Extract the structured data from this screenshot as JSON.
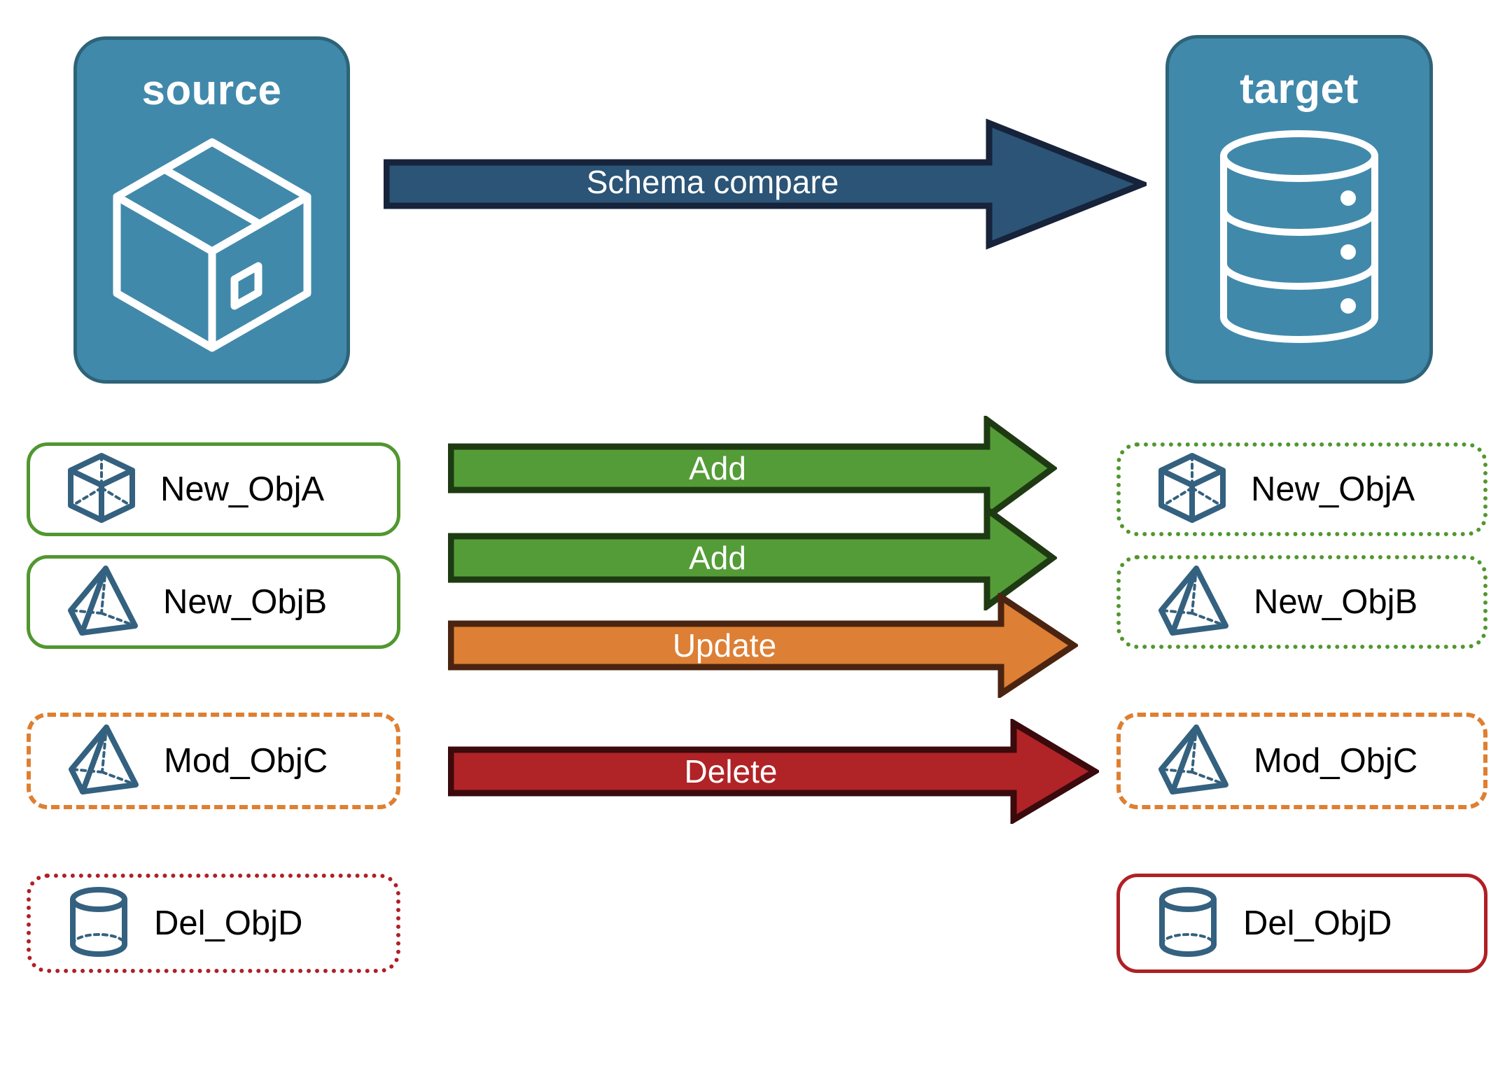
{
  "diagram": {
    "title": "Schema compare between source and target",
    "endpoints": [
      {
        "id": "source",
        "label": "source",
        "icon": "package-box-icon",
        "fill": "#4189AB",
        "border": "#2E6378"
      },
      {
        "id": "target",
        "label": "target",
        "icon": "database-cylinder-icon",
        "fill": "#4189AB",
        "border": "#2E6378"
      }
    ],
    "main_arrow": {
      "label": "Schema compare",
      "fill": "#2B5476",
      "stroke": "#16233A",
      "direction": "right"
    },
    "rows": [
      {
        "source_label": "New_ObjA",
        "target_label": "New_ObjA",
        "action": "Add",
        "icon": "wireframe-cube-icon",
        "source_border_style": "solid",
        "target_border_style": "dotted",
        "color": "#51972F",
        "arrow_fill": "#549C37",
        "arrow_stroke": "#1E3A12"
      },
      {
        "source_label": "New_ObjB",
        "target_label": "New_ObjB",
        "action": "Add",
        "icon": "wireframe-pyramid-icon",
        "source_border_style": "solid",
        "target_border_style": "dotted",
        "color": "#51972F",
        "arrow_fill": "#549C37",
        "arrow_stroke": "#1E3A12"
      },
      {
        "source_label": "Mod_ObjC",
        "target_label": "Mod_ObjC",
        "action": "Update",
        "icon": "wireframe-pyramid-icon",
        "source_border_style": "dashed",
        "target_border_style": "dashed",
        "color": "#DE7F31",
        "arrow_fill": "#DD7F34",
        "arrow_stroke": "#4A2410"
      },
      {
        "source_label": "Del_ObjD",
        "target_label": "Del_ObjD",
        "action": "Delete",
        "icon": "wireframe-cylinder-icon",
        "source_border_style": "dotted",
        "target_border_style": "solid",
        "color": "#AF2025",
        "arrow_fill": "#B02327",
        "arrow_stroke": "#3B0A0C"
      }
    ],
    "palette": {
      "object_icon_stroke": "#34617F",
      "endpoint_fill": "#4189AB",
      "endpoint_border": "#2E6378",
      "green": "#51972F",
      "orange": "#DE7F31",
      "red": "#AF2025",
      "navy": "#2B5476",
      "text": "#000000",
      "arrow_text": "#FFFFFF",
      "background": "#FFFFFF"
    }
  }
}
